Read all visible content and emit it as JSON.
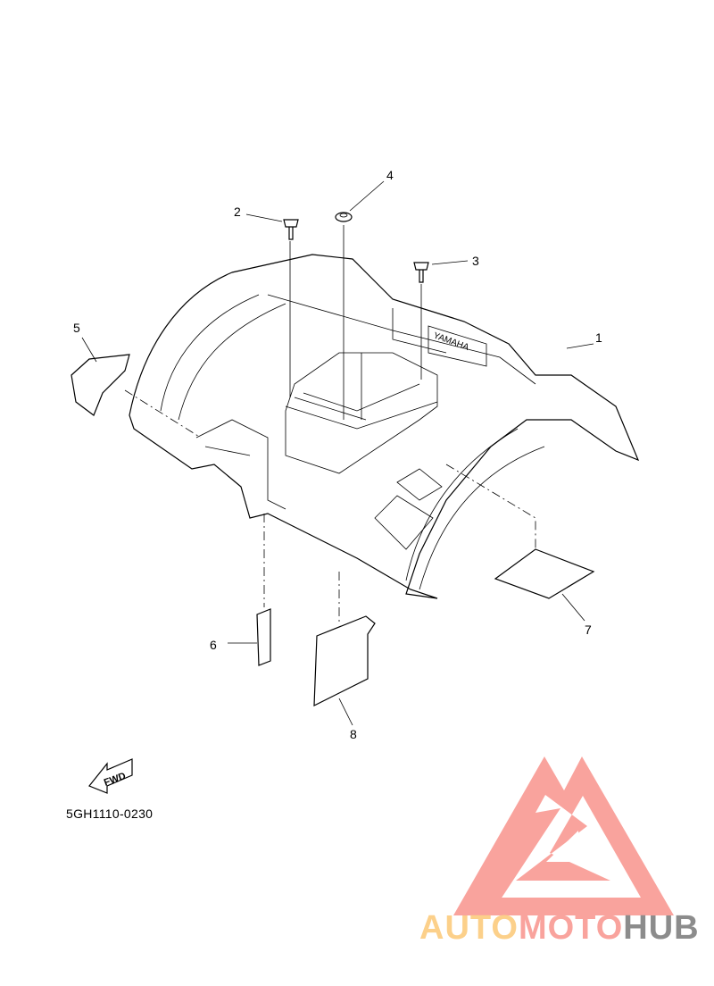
{
  "diagram": {
    "callouts": [
      "1",
      "2",
      "3",
      "4",
      "5",
      "6",
      "7",
      "8"
    ],
    "part_code": "5GH1110-0230",
    "fwd_label": "FWD",
    "fender_emblem": "YAMAHA"
  },
  "watermark": {
    "part1": "AUTO",
    "part2": "MOTO",
    "part3": "HUB",
    "colors": {
      "auto": "#fcd08a",
      "moto": "#f9a39d",
      "hub": "#8c8c8c",
      "triangle": "#f9a39d"
    }
  }
}
